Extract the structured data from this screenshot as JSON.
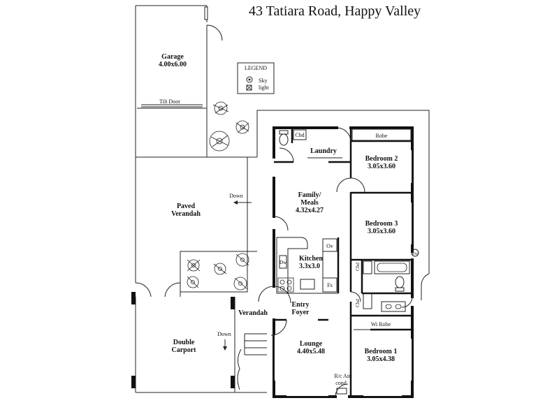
{
  "title": "43 Tatiara Road, Happy Valley",
  "legend": {
    "heading": "LEGEND",
    "sky_label": "Sky",
    "light_label": "light"
  },
  "rooms": {
    "garage": {
      "name": "Garage",
      "size": "4.00x6.00"
    },
    "tilt_door": "Tilt Door",
    "paved_verandah": {
      "line1": "Paved",
      "line2": "Verandah"
    },
    "down_upper": "Down",
    "double_carport": {
      "line1": "Double",
      "line2": "Carport"
    },
    "down_lower": "Down",
    "verandah": "Verandah",
    "laundry": "Laundry",
    "cbd_laundry": "Cbd",
    "family_meals": {
      "line1": "Family/",
      "line2": "Meals",
      "size": "4.32x4.27"
    },
    "kitchen": {
      "name": "Kitchen",
      "size": "3.3x3.0"
    },
    "ov": "Ov",
    "dw": "Dw",
    "fs": "Fs",
    "entry_foyer": {
      "line1": "Entry",
      "line2": "Foyer"
    },
    "lounge": {
      "name": "Lounge",
      "size": "4.40x5.48"
    },
    "rc_air": {
      "line1": "R/c Air",
      "line2": "cond"
    },
    "robe": "Robe",
    "bedroom2": {
      "name": "Bedroom 2",
      "size": "3.05x3.60"
    },
    "bedroom3": {
      "name": "Bedroom 3",
      "size": "3.05x3.60"
    },
    "bedroom1": {
      "name": "Bedroom 1",
      "size": "3.05x4.38"
    },
    "wi_robe": "Wi Robe",
    "cbd_bath": "Cbd",
    "cbd_hall": "Cbd",
    "hws": "HW"
  }
}
